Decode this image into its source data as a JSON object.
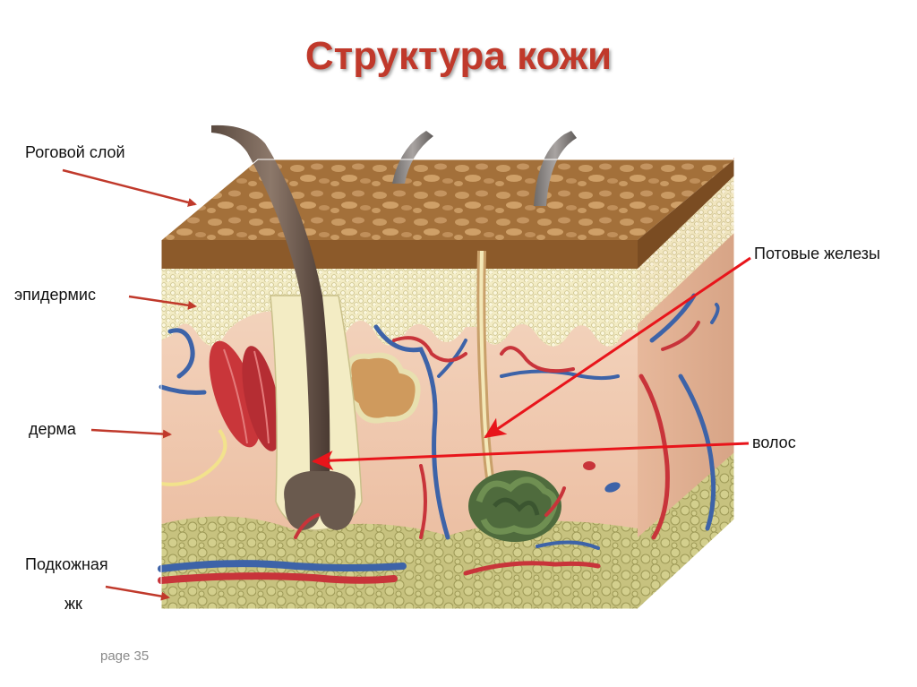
{
  "title": "Структура кожи",
  "labels": {
    "stratum_corneum": "Роговой слой",
    "epidermis": "эпидермис",
    "dermis": "дерма",
    "subcutaneous_line1": "Подкожная",
    "subcutaneous_line2": "жк",
    "sweat_glands": "Потовые железы",
    "hair": "волос"
  },
  "footer": {
    "page": "page 35"
  },
  "colors": {
    "title": "#c0392b",
    "arrow": "#c0392b",
    "pointer": "#e8151b",
    "corneum": "#a9783f",
    "epidermis": "#eee6b4",
    "dermis": "#f1c9b0",
    "fat": "#bcbc6e",
    "vein": "#3d63a8",
    "artery": "#c8343a"
  }
}
